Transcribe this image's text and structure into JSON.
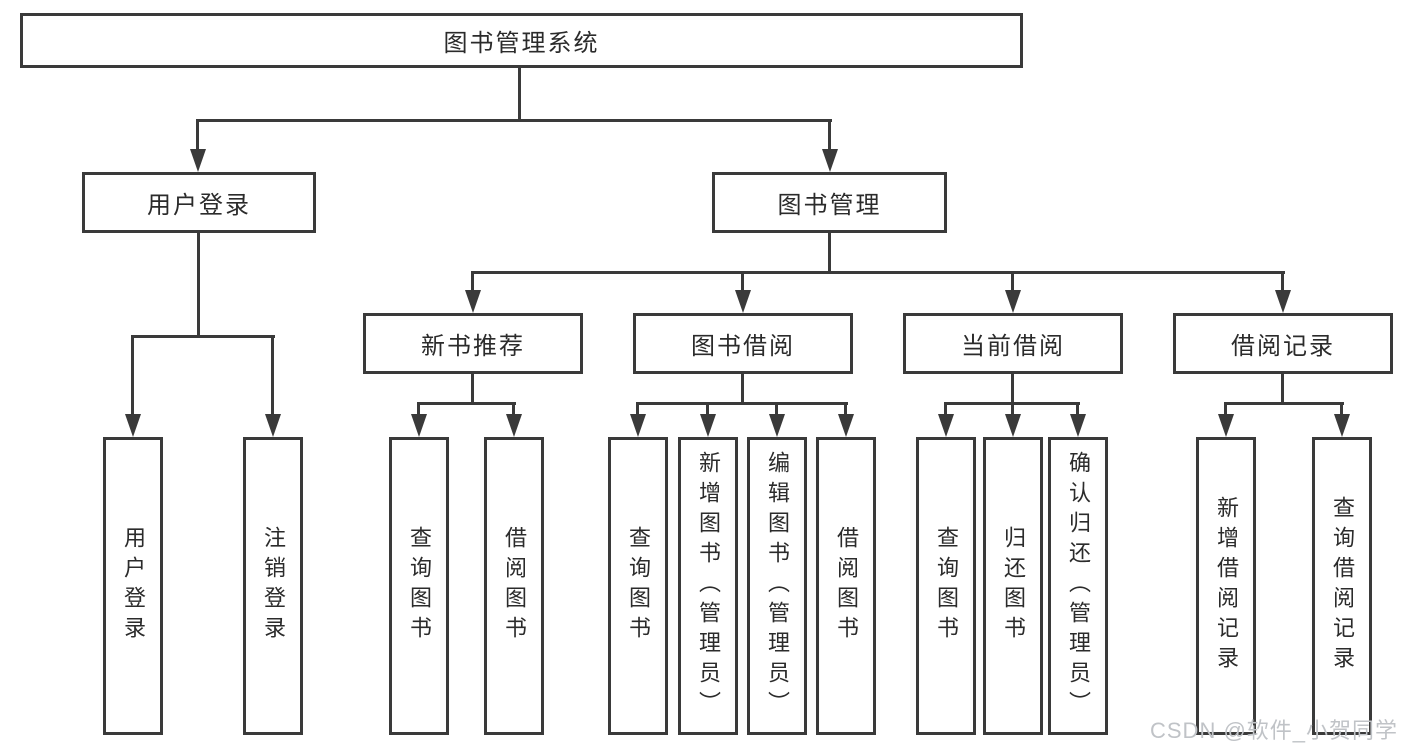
{
  "diagram": {
    "root": {
      "label": "图书管理系统"
    },
    "level2": [
      {
        "label": "用户登录",
        "children": [
          {
            "label": "用户登录"
          },
          {
            "label": "注销登录"
          }
        ]
      },
      {
        "label": "图书管理",
        "sections": [
          {
            "label": "新书推荐",
            "children": [
              {
                "label": "查询图书"
              },
              {
                "label": "借阅图书"
              }
            ]
          },
          {
            "label": "图书借阅",
            "children": [
              {
                "label": "查询图书"
              },
              {
                "label": "新增图书（管理员）"
              },
              {
                "label": "编辑图书（管理员）"
              },
              {
                "label": "借阅图书"
              }
            ]
          },
          {
            "label": "当前借阅",
            "children": [
              {
                "label": "查询图书"
              },
              {
                "label": "归还图书"
              },
              {
                "label": "确认归还（管理员）"
              }
            ]
          },
          {
            "label": "借阅记录",
            "children": [
              {
                "label": "新增借阅记录"
              },
              {
                "label": "查询借阅记录"
              }
            ]
          }
        ]
      }
    ]
  },
  "watermark": {
    "text": "CSDN @软件_小贺同学"
  },
  "colors": {
    "line": "#3a3a3a",
    "text": "#2b2b2b",
    "watermark": "#c0c3c7",
    "background": "#ffffff"
  }
}
